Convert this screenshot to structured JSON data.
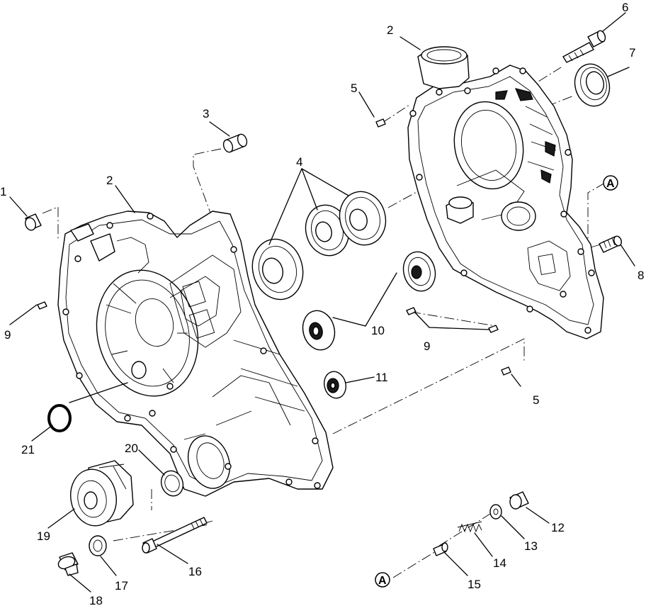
{
  "diagram": {
    "callouts": [
      {
        "id": "c1",
        "text": "1"
      },
      {
        "id": "c2a",
        "text": "2"
      },
      {
        "id": "c2b",
        "text": "2"
      },
      {
        "id": "c3",
        "text": "3"
      },
      {
        "id": "c4",
        "text": "4"
      },
      {
        "id": "c5a",
        "text": "5"
      },
      {
        "id": "c5b",
        "text": "5"
      },
      {
        "id": "c6",
        "text": "6"
      },
      {
        "id": "c7",
        "text": "7"
      },
      {
        "id": "c8",
        "text": "8"
      },
      {
        "id": "c9a",
        "text": "9"
      },
      {
        "id": "c9b",
        "text": "9"
      },
      {
        "id": "c10",
        "text": "10"
      },
      {
        "id": "c11",
        "text": "11"
      },
      {
        "id": "c12",
        "text": "12"
      },
      {
        "id": "c13",
        "text": "13"
      },
      {
        "id": "c14",
        "text": "14"
      },
      {
        "id": "c15",
        "text": "15"
      },
      {
        "id": "c16",
        "text": "16"
      },
      {
        "id": "c17",
        "text": "17"
      },
      {
        "id": "c18",
        "text": "18"
      },
      {
        "id": "c19",
        "text": "19"
      },
      {
        "id": "c20",
        "text": "20"
      },
      {
        "id": "c21",
        "text": "21"
      }
    ],
    "reference_markers": [
      {
        "id": "refA1",
        "text": "A"
      },
      {
        "id": "refA2",
        "text": "A"
      }
    ]
  }
}
